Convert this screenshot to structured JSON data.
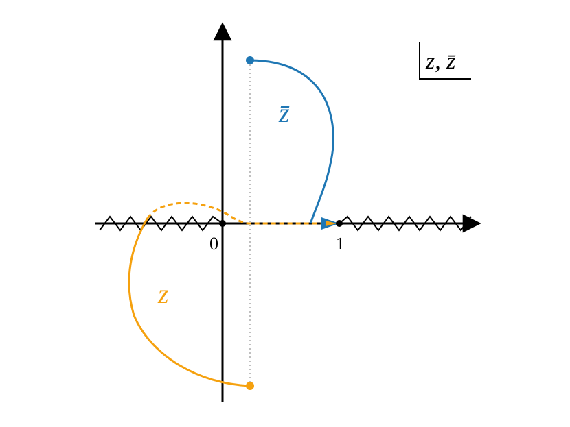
{
  "diagram": {
    "variable_box_label": "z, z̄",
    "curve_zbar_label": "z̄",
    "curve_z_label": "z",
    "tick_zero_label": "0",
    "tick_one_label": "1",
    "colors": {
      "zbar_curve": "#1f77b4",
      "z_curve": "#f5a10f",
      "axes": "#000000",
      "guide_line": "#aaaaaa"
    }
  }
}
